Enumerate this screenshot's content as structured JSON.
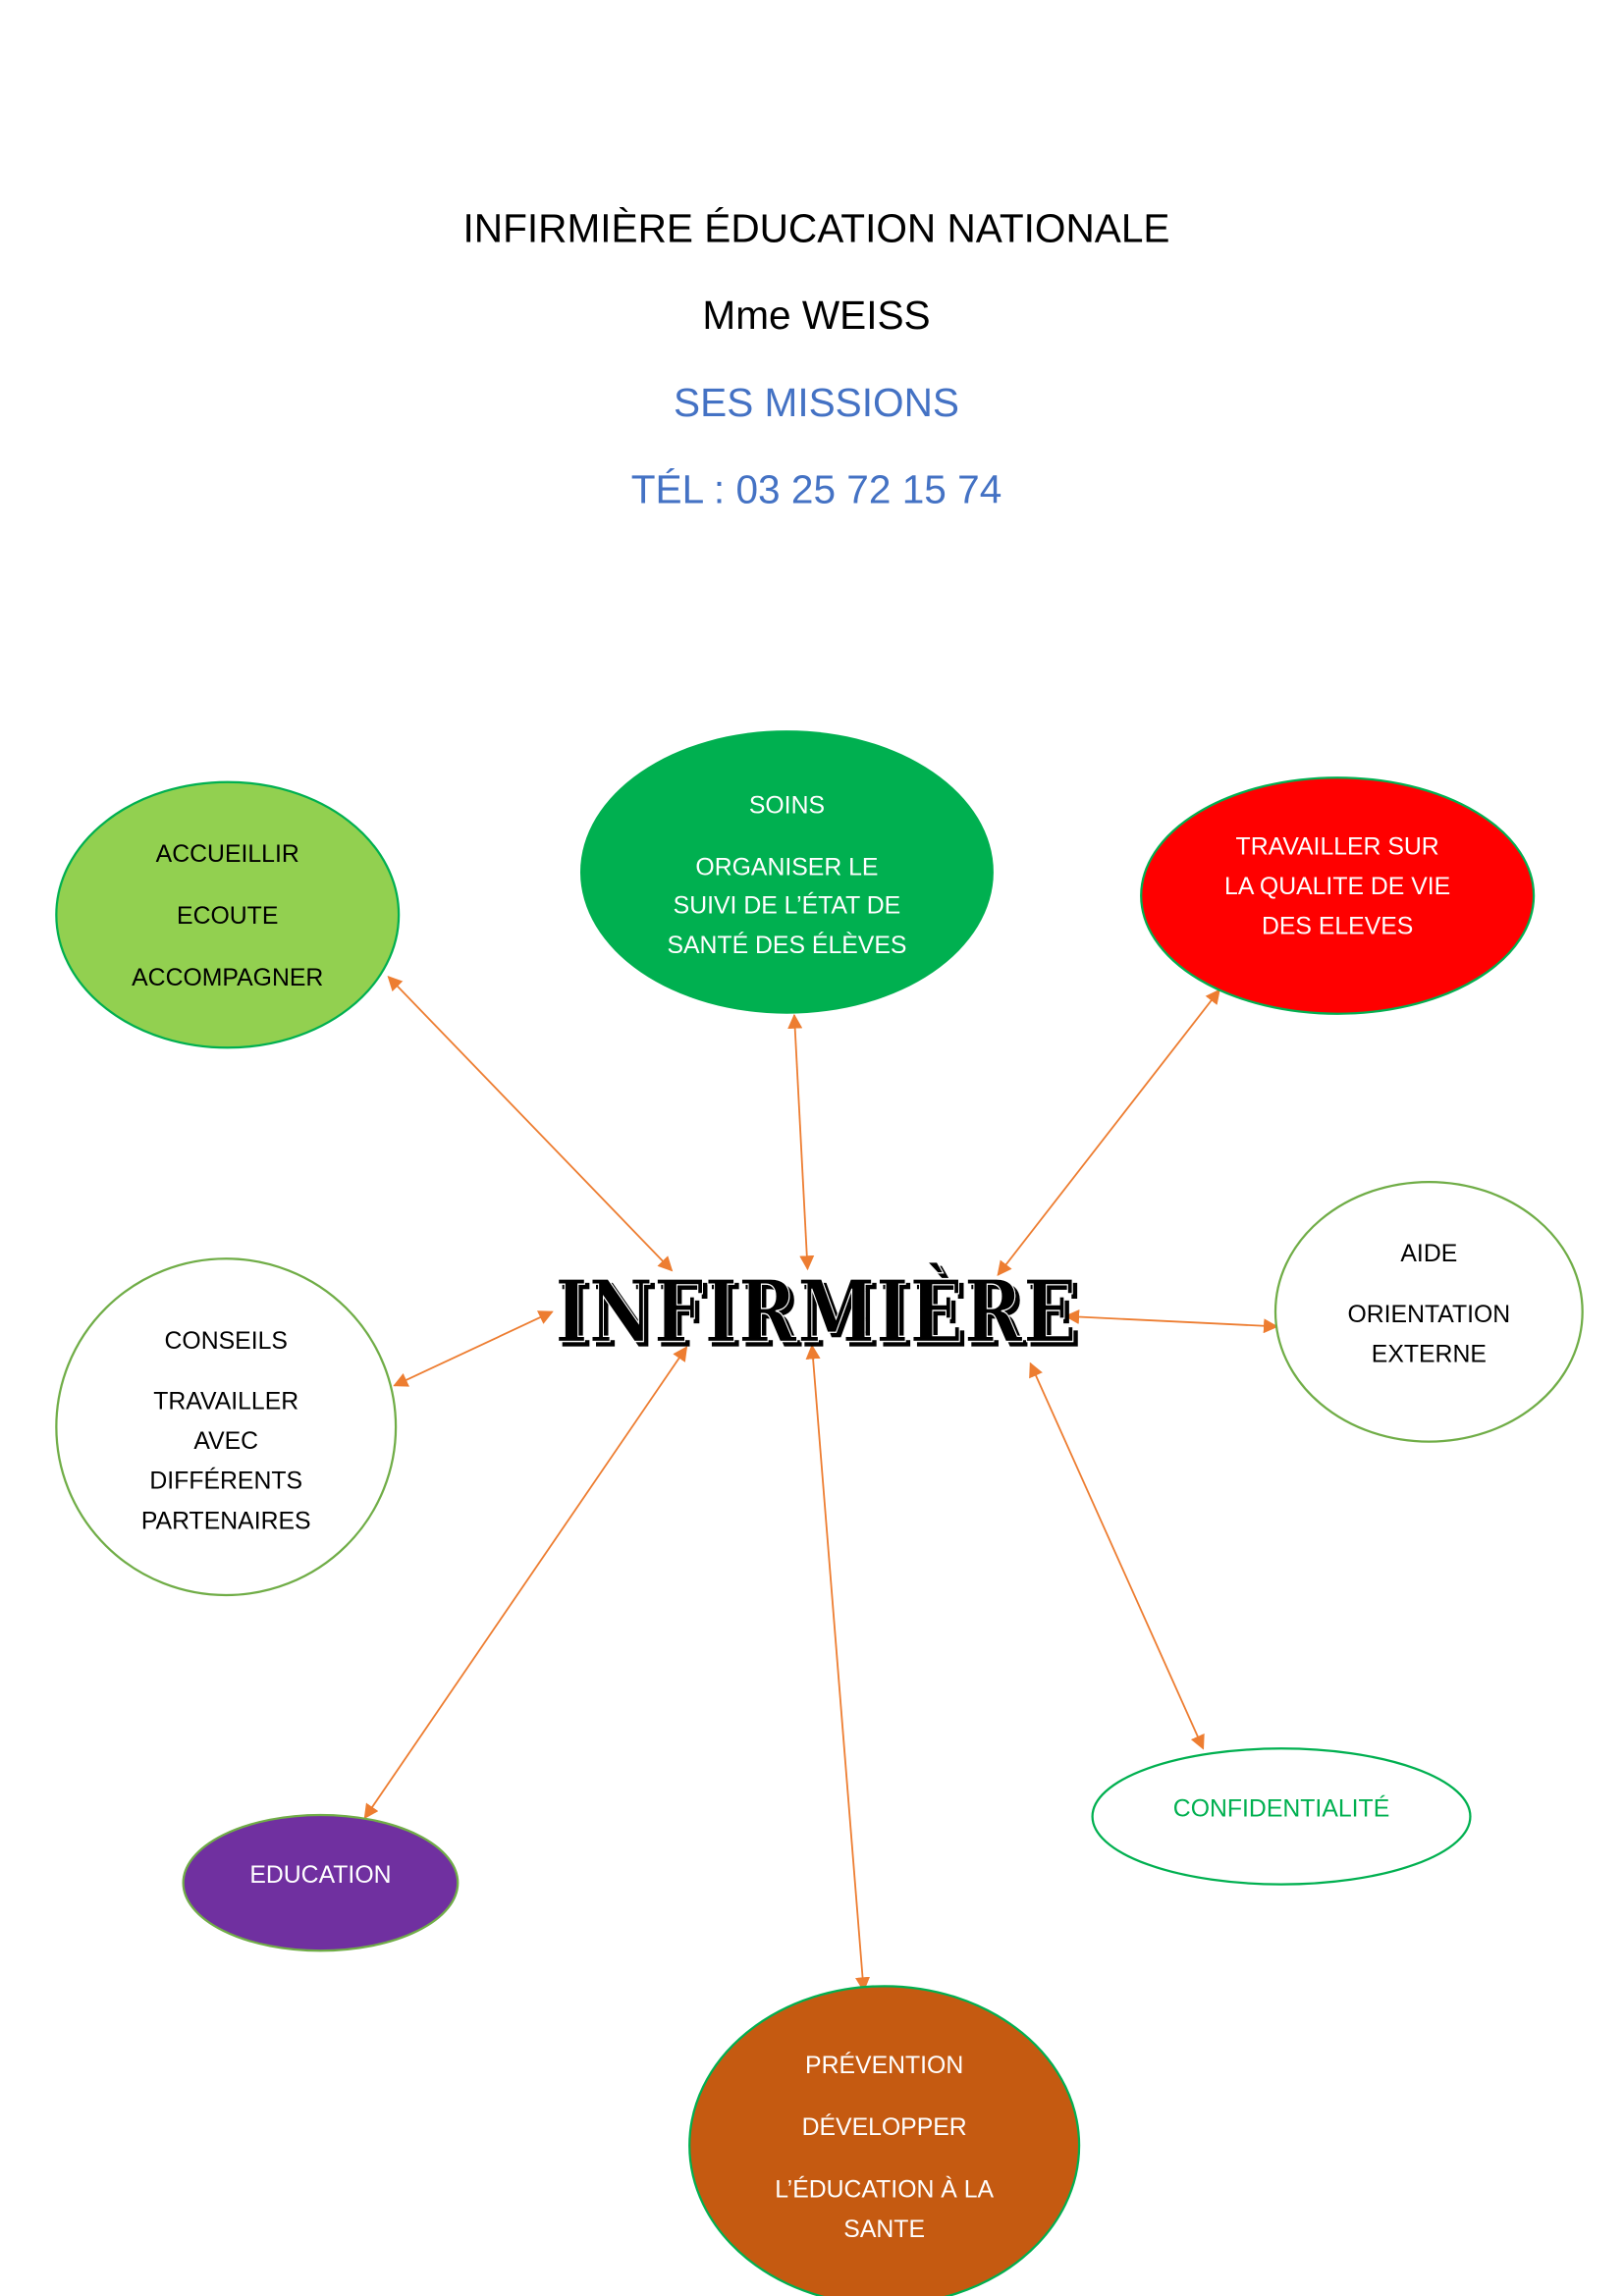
{
  "header": {
    "title": "INFIRMIÈRE ÉDUCATION NATIONALE",
    "name": "Mme WEISS",
    "subtitle": "SES MISSIONS",
    "phone": "TÉL : 03 25 72 15 74"
  },
  "center": {
    "label": "INFIRMIÈRE"
  },
  "colors": {
    "arrow": "#ED7D31",
    "blue_text": "#4472C4",
    "light_green": "#92D050",
    "green": "#00B050",
    "red": "#FF0000",
    "purple": "#7030A0",
    "orange_brown": "#C55A11",
    "outline_green": "#70AD47"
  },
  "bubbles": {
    "accueillir": {
      "lines": [
        "ACCUEILLIR",
        "ECOUTE",
        "ACCOMPAGNER"
      ]
    },
    "soins": {
      "lines": [
        "SOINS",
        "ORGANISER LE",
        "SUIVI DE L’ÉTAT DE",
        "SANTÉ DES ÉLÈVES"
      ]
    },
    "qualite": {
      "lines": [
        "TRAVAILLER SUR",
        "LA QUALITE DE VIE",
        "DES ELEVES"
      ]
    },
    "aide": {
      "lines": [
        "AIDE",
        "ORIENTATION",
        "EXTERNE"
      ]
    },
    "conseils": {
      "lines": [
        "CONSEILS",
        "TRAVAILLER",
        "AVEC",
        "DIFFÉRENTS",
        "PARTENAIRES"
      ]
    },
    "confidentialite": {
      "lines": [
        "CONFIDENTIALITÉ"
      ]
    },
    "education": {
      "lines": [
        "EDUCATION"
      ]
    },
    "prevention": {
      "lines": [
        "PRÉVENTION",
        "DÉVELOPPER",
        "L’ÉDUCATION À LA",
        "SANTE"
      ]
    }
  }
}
